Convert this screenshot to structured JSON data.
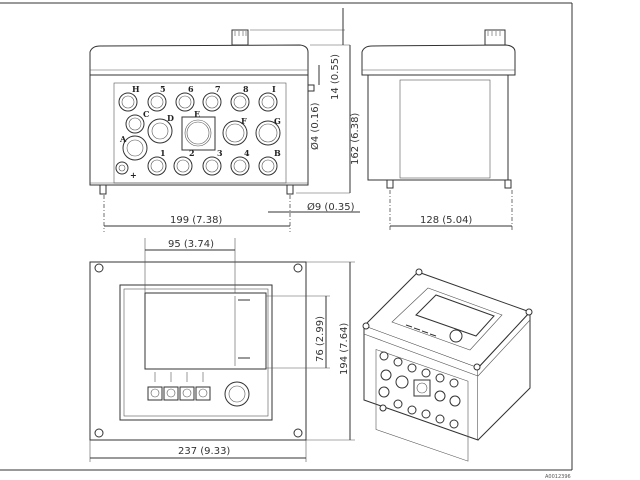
{
  "dimensions": {
    "top_width": "199 (7.38)",
    "top_height": "162 (6.38)",
    "knob_height": "14 (0.55)",
    "hole_small": "Ø4 (0.16)",
    "foot_dia": "Ø9 (0.35)",
    "side_depth": "128 (5.04)",
    "display_width": "95 (3.74)",
    "display_height": "76 (2.99)",
    "front_height": "194 (7.64)",
    "front_width": "237 (9.33)"
  },
  "gland_labels": [
    "H",
    "5",
    "6",
    "7",
    "8",
    "I",
    "C",
    "D",
    "E",
    "F",
    "G",
    "A",
    "1",
    "2",
    "3",
    "4",
    "B",
    "+"
  ],
  "drawing_code": "A0012396"
}
